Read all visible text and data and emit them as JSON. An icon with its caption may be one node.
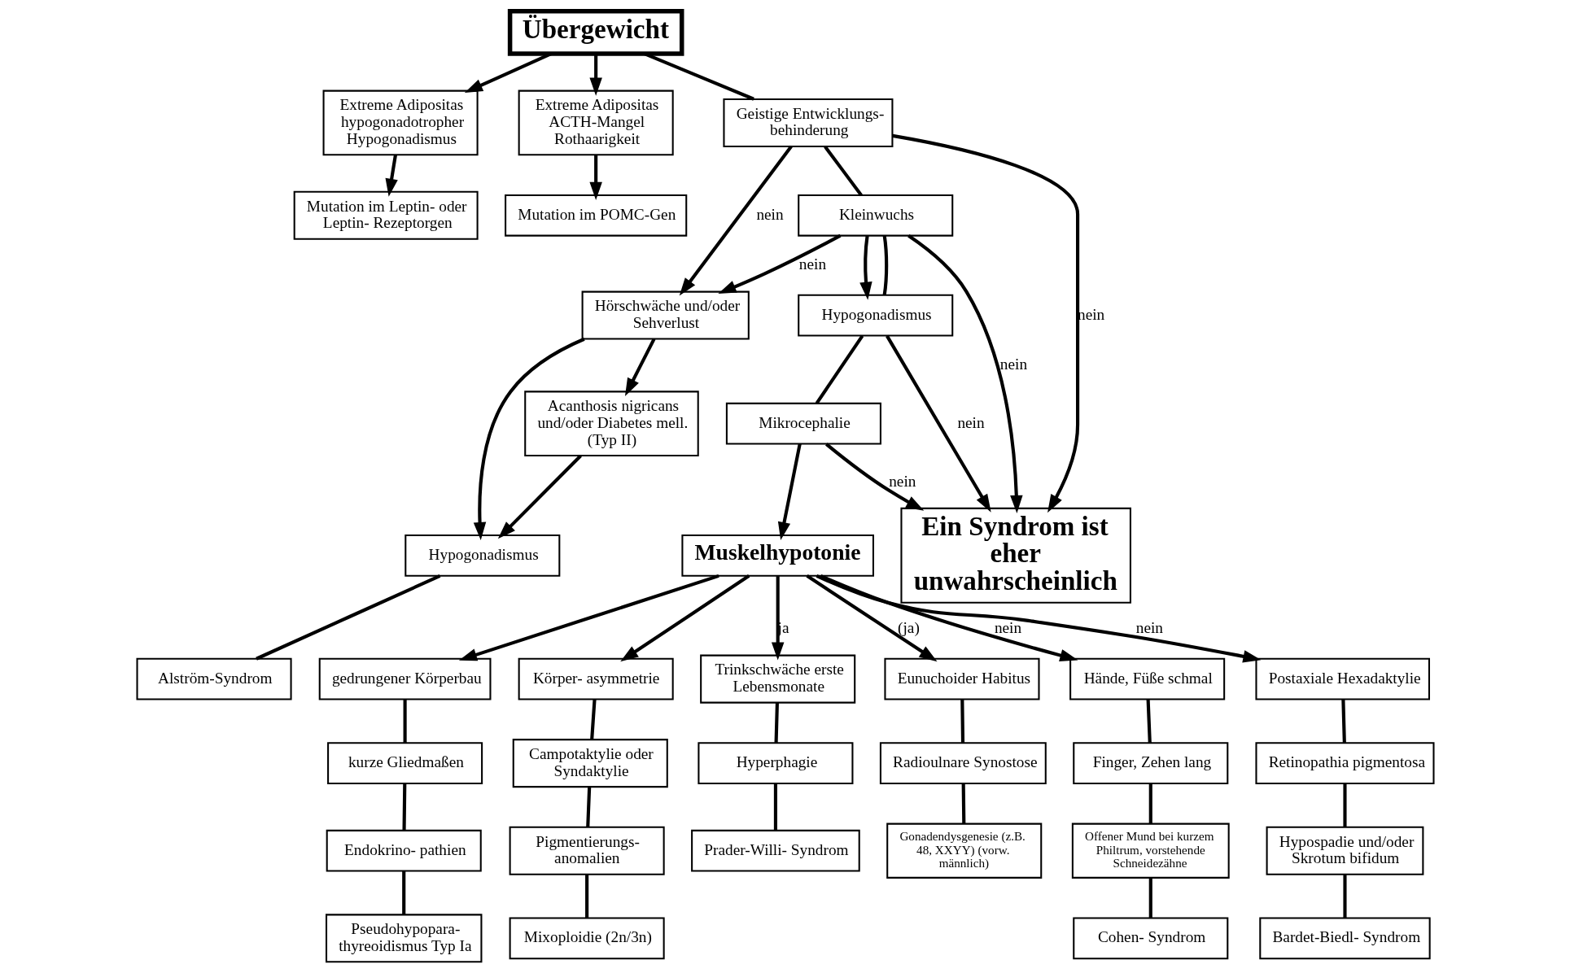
{
  "diagram": {
    "nodes": [
      {
        "text": [
          "Übergewicht"
        ]
      },
      {
        "text": [
          "Extreme Adipositas hypogonadotropher Hypogonadismus"
        ]
      },
      {
        "text": [
          "Mutation im Leptin- oder Leptin- Rezeptorgen"
        ]
      },
      {
        "text": [
          "Extreme Adipositas ACTH-Mangel Rothaarigkeit"
        ]
      },
      {
        "text": [
          "Mutation im POMC-Gen"
        ]
      },
      {
        "text": [
          "Geistige Entwicklungs- behinderung"
        ]
      },
      {
        "text": [
          "Kleinwuchs"
        ]
      },
      {
        "text": [
          "Hypogonadismus"
        ]
      },
      {
        "text": [
          "Mikrocephalie"
        ]
      },
      {
        "text": [
          "Ein Syndrom ist eher unwahrscheinlich"
        ]
      },
      {
        "text": [
          "Hörschwäche und/oder Sehverlust"
        ]
      },
      {
        "text": [
          "Acanthosis nigricans und/oder Diabetes mell. (Typ II)"
        ]
      },
      {
        "text": [
          "Hypogonadismus"
        ]
      },
      {
        "text": [
          "Alström-Syndrom"
        ]
      },
      {
        "text": [
          "Muskelhypotonie"
        ]
      },
      {
        "text": [
          "Postaxiale Hexadaktylie"
        ]
      },
      {
        "text": [
          "Retinopathia pigmentosa"
        ]
      },
      {
        "text": [
          "Hypospadie und/oder Skrotum bifidum"
        ]
      },
      {
        "text": [
          "Bardet-Biedl- Syndrom"
        ]
      },
      {
        "text": [
          "gedrungener Körperbau"
        ]
      },
      {
        "text": [
          "kurze Gliedmaßen"
        ]
      },
      {
        "text": [
          "Endokrino- pathien"
        ]
      },
      {
        "text": [
          "Pseudohypopara- thyreoidismus Typ Ia"
        ]
      },
      {
        "text": [
          "Körper- asymmetrie"
        ]
      },
      {
        "text": [
          "Campotaktylie oder Syndaktylie"
        ]
      },
      {
        "text": [
          "Pigmentierungs- anomalien"
        ]
      },
      {
        "text": [
          "Mixoploidie (2n/3n)"
        ]
      },
      {
        "text": [
          "Trinkschwäche erste Lebensmonate"
        ]
      },
      {
        "text": [
          "Hyperphagie"
        ]
      },
      {
        "text": [
          "Prader-Willi- Syndrom"
        ]
      },
      {
        "text": [
          "Eunuchoider Habitus"
        ]
      },
      {
        "text": [
          "Radioulnare Synostose"
        ]
      },
      {
        "text": [
          "Gonadendysgenesie (z.B. 48, XXYY) (vorw. männlich)"
        ]
      },
      {
        "text": [
          "Hände, Füße schmal"
        ]
      },
      {
        "text": [
          "Finger, Zehen lang"
        ]
      },
      {
        "text": [
          "Offener Mund bei kurzem Philtrum, vorstehende Schneidezähne"
        ]
      },
      {
        "text": [
          "Cohen- Syndrom"
        ]
      }
    ],
    "edges": [
      {
        "from": 0,
        "to": 1,
        "arrow": "to"
      },
      {
        "from": 1,
        "to": 2,
        "arrow": "to"
      },
      {
        "from": 0,
        "to": 3,
        "arrow": "to"
      },
      {
        "from": 3,
        "to": 4,
        "arrow": "to"
      },
      {
        "from": 0,
        "to": 5,
        "arrow": "none"
      },
      {
        "from": 5,
        "to": 9,
        "arrow": "to",
        "label": "nein"
      },
      {
        "from": 5,
        "to": 10,
        "arrow": "to",
        "label": "nein"
      },
      {
        "from": 5,
        "to": 6,
        "arrow": "none"
      },
      {
        "from": 6,
        "to": 9,
        "arrow": "to",
        "label": "nein"
      },
      {
        "from": 6,
        "to": 10,
        "arrow": "to",
        "label": "nein"
      },
      {
        "from": 6,
        "to": 7,
        "arrow": "to"
      },
      {
        "from": 6,
        "to": 7,
        "arrow": "none"
      },
      {
        "from": 7,
        "to": 9,
        "arrow": "to",
        "label": "nein"
      },
      {
        "from": 7,
        "to": 8,
        "arrow": "none"
      },
      {
        "from": 8,
        "to": 9,
        "arrow": "to",
        "label": "nein"
      },
      {
        "from": 8,
        "to": 14,
        "arrow": "to"
      },
      {
        "from": 10,
        "to": 11,
        "arrow": "to"
      },
      {
        "from": 10,
        "to": 12,
        "arrow": "to"
      },
      {
        "from": 11,
        "to": 12,
        "arrow": "to"
      },
      {
        "from": 12,
        "to": 13,
        "arrow": "none"
      },
      {
        "from": 14,
        "to": 15,
        "arrow": "to",
        "label": "nein"
      },
      {
        "from": 14,
        "to": 19,
        "arrow": "to"
      },
      {
        "from": 14,
        "to": 23,
        "arrow": "to"
      },
      {
        "from": 14,
        "to": 27,
        "arrow": "to",
        "label": "ja"
      },
      {
        "from": 14,
        "to": 30,
        "arrow": "to",
        "label": "(ja)"
      },
      {
        "from": 14,
        "to": 33,
        "arrow": "to",
        "label": "nein"
      },
      {
        "from": 15,
        "to": 16,
        "arrow": "none"
      },
      {
        "from": 16,
        "to": 17,
        "arrow": "none"
      },
      {
        "from": 17,
        "to": 18,
        "arrow": "none"
      },
      {
        "from": 19,
        "to": 20,
        "arrow": "none"
      },
      {
        "from": 20,
        "to": 21,
        "arrow": "none"
      },
      {
        "from": 21,
        "to": 22,
        "arrow": "none"
      },
      {
        "from": 23,
        "to": 24,
        "arrow": "none"
      },
      {
        "from": 24,
        "to": 25,
        "arrow": "none"
      },
      {
        "from": 25,
        "to": 26,
        "arrow": "none"
      },
      {
        "from": 27,
        "to": 28,
        "arrow": "none"
      },
      {
        "from": 28,
        "to": 29,
        "arrow": "none"
      },
      {
        "from": 30,
        "to": 31,
        "arrow": "none"
      },
      {
        "from": 31,
        "to": 32,
        "arrow": "none"
      },
      {
        "from": 33,
        "to": 34,
        "arrow": "none"
      },
      {
        "from": 34,
        "to": 35,
        "arrow": "none"
      },
      {
        "from": 35,
        "to": 36,
        "arrow": "none"
      }
    ]
  }
}
